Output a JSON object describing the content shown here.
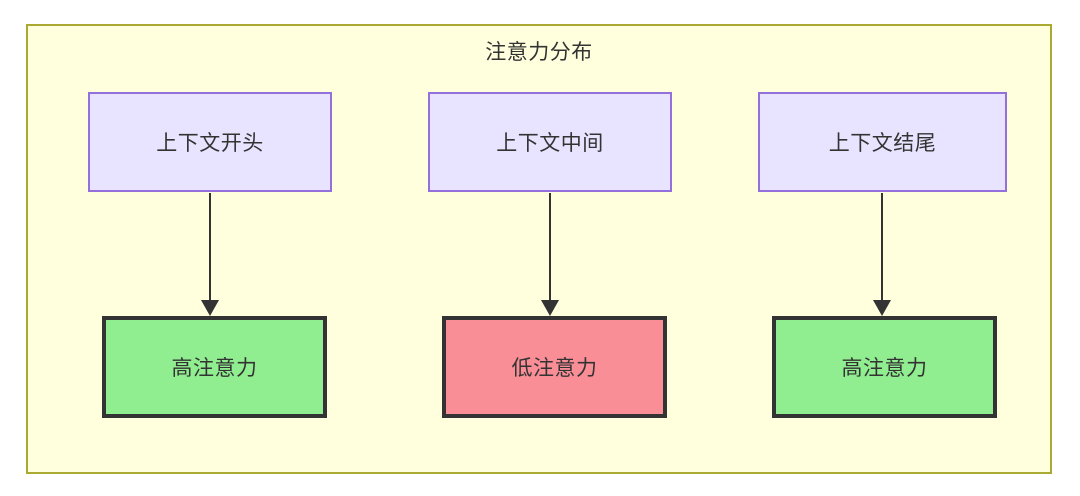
{
  "diagram": {
    "title": "注意力分布",
    "container": {
      "fill": "#ffffdd",
      "stroke": "#aaaa33"
    },
    "nodes": {
      "top": [
        {
          "id": "context-start",
          "label": "上下文开头",
          "fill": "#e8e4ff",
          "stroke": "#9370db"
        },
        {
          "id": "context-middle",
          "label": "上下文中间",
          "fill": "#e8e4ff",
          "stroke": "#9370db"
        },
        {
          "id": "context-end",
          "label": "上下文结尾",
          "fill": "#e8e4ff",
          "stroke": "#9370db"
        }
      ],
      "bottom": [
        {
          "id": "high-attention-start",
          "label": "高注意力",
          "fill": "#90ee90",
          "stroke": "#333333"
        },
        {
          "id": "low-attention-middle",
          "label": "低注意力",
          "fill": "#fa8e96",
          "stroke": "#333333"
        },
        {
          "id": "high-attention-end",
          "label": "高注意力",
          "fill": "#90ee90",
          "stroke": "#333333"
        }
      ]
    },
    "edges": [
      {
        "id": "edge-start",
        "from": "context-start",
        "to": "high-attention-start",
        "label": ""
      },
      {
        "id": "edge-middle",
        "from": "context-middle",
        "to": "low-attention-middle",
        "label": ""
      },
      {
        "id": "edge-end",
        "from": "context-end",
        "to": "high-attention-end",
        "label": ""
      }
    ]
  }
}
